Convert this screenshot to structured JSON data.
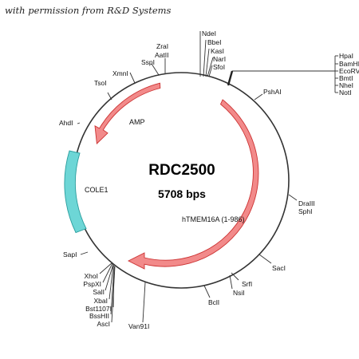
{
  "credit": "with permission from R&D Systems",
  "plasmid": {
    "name": "RDC2500",
    "size": "5708 bps"
  },
  "colors": {
    "backbone": "#333333",
    "arrow_fill": "#f28a8a",
    "arrow_stroke": "#cc3333",
    "ori_fill": "#6dd6d6",
    "ori_stroke": "#2a9d9d"
  },
  "features": {
    "amp": "AMP",
    "cole1": "COLE1",
    "insert": "hTMEM16A (1-986)"
  },
  "sites": {
    "zral": "ZraI",
    "aatii": "AatII",
    "sspi": "SspI",
    "xmni": "XmnI",
    "tsoi": "TsoI",
    "ahdi": "AhdI",
    "sapi": "SapI",
    "pshai": "PshAI",
    "draiii": "DraIII",
    "sphi": "SphI",
    "saci": "SacI",
    "srfi": "SrfI",
    "nsii": "NsiI",
    "bcli": "BclI",
    "van91i": "Van91I"
  },
  "site_stack_top": [
    "NdeI",
    "BbeI",
    "KasI",
    "NarI",
    "SfoI"
  ],
  "site_stack_right": [
    "HpaI",
    "BamHI",
    "EcoRV",
    "BmtI",
    "NheI",
    "NotI"
  ],
  "site_stack_bottom_left": [
    "XhoI",
    "PspXI",
    "SalI",
    "XbaI",
    "Bst1107I",
    "BssHII",
    "AscI"
  ]
}
